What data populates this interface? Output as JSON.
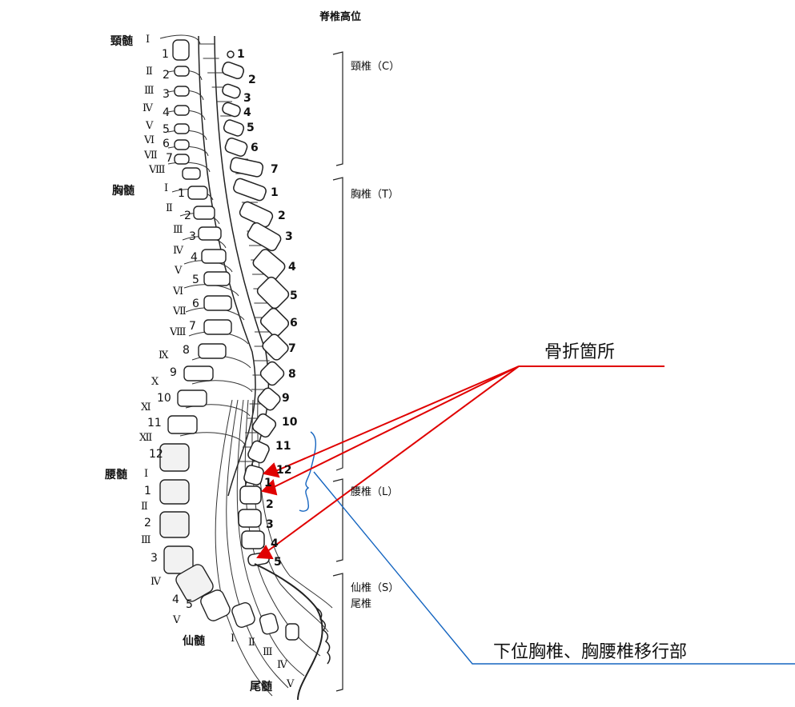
{
  "title": "脊椎高位",
  "spinal_cord": {
    "cervical": {
      "label": "頸髄",
      "segments": [
        "I",
        "II",
        "III",
        "IV",
        "V",
        "VI",
        "VII",
        "VIII"
      ],
      "nerves": [
        "1",
        "2",
        "3",
        "4",
        "5",
        "6",
        "7"
      ]
    },
    "thoracic": {
      "label": "胸髄",
      "segments": [
        "I",
        "II",
        "III",
        "IV",
        "V",
        "VI",
        "VII",
        "VIII",
        "IX",
        "X",
        "XI",
        "XII"
      ],
      "nerves": [
        "1",
        "2",
        "3",
        "4",
        "5",
        "6",
        "7",
        "8",
        "9",
        "10",
        "11",
        "12"
      ]
    },
    "lumbar": {
      "label": "腰髄",
      "segments": [
        "I",
        "II",
        "III",
        "IV",
        "V"
      ],
      "nerves": [
        "1",
        "2",
        "3",
        "4",
        "5"
      ]
    },
    "sacral": {
      "label": "仙髄",
      "segments": [
        "I",
        "II",
        "III",
        "IV",
        "V"
      ]
    },
    "coccygeal": {
      "label": "尾髄"
    }
  },
  "vertebrae": {
    "cervical": [
      "1",
      "2",
      "3",
      "4",
      "5",
      "6",
      "7"
    ],
    "thoracic": [
      "1",
      "2",
      "3",
      "4",
      "5",
      "6",
      "7",
      "8",
      "9",
      "10",
      "11",
      "12"
    ],
    "lumbar": [
      "1",
      "2",
      "3",
      "4",
      "5"
    ]
  },
  "regions": {
    "cervical": "頸椎（C）",
    "thoracic": "胸椎（T）",
    "lumbar": "腰椎（L）",
    "sacral": "仙椎（S）",
    "coccyx": "尾椎"
  },
  "annotations": {
    "fracture": "骨折箇所",
    "transition": "下位胸椎、胸腰椎移行部"
  },
  "colors": {
    "fracture_arrow": "#e00000",
    "transition_line": "#1565c0"
  }
}
